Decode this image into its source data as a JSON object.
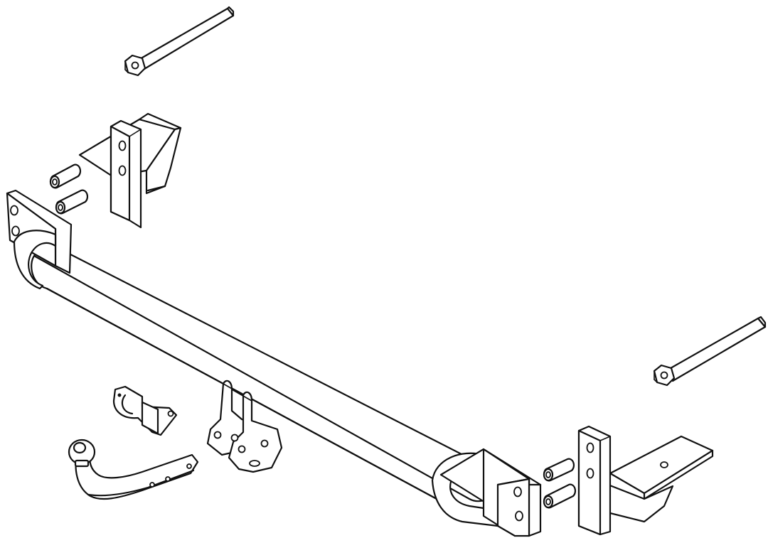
{
  "diagram": {
    "type": "exploded-assembly-line-drawing",
    "colors": {
      "line": "#111111",
      "background": "#ffffff"
    },
    "parts": [
      {
        "name": "tow-bar-crossbeam"
      },
      {
        "name": "left-mounting-bracket"
      },
      {
        "name": "right-mounting-bracket"
      },
      {
        "name": "left-mounting-plate"
      },
      {
        "name": "right-mounting-plate"
      },
      {
        "name": "left-chassis-bracket"
      },
      {
        "name": "right-chassis-bracket"
      },
      {
        "name": "left-spacer-tubes"
      },
      {
        "name": "right-spacer-tubes"
      },
      {
        "name": "left-tie-rod-with-nut"
      },
      {
        "name": "right-tie-rod-with-nut"
      },
      {
        "name": "tow-ball-neck"
      },
      {
        "name": "ball-receiver-brackets"
      },
      {
        "name": "electrical-socket-plate"
      }
    ]
  }
}
